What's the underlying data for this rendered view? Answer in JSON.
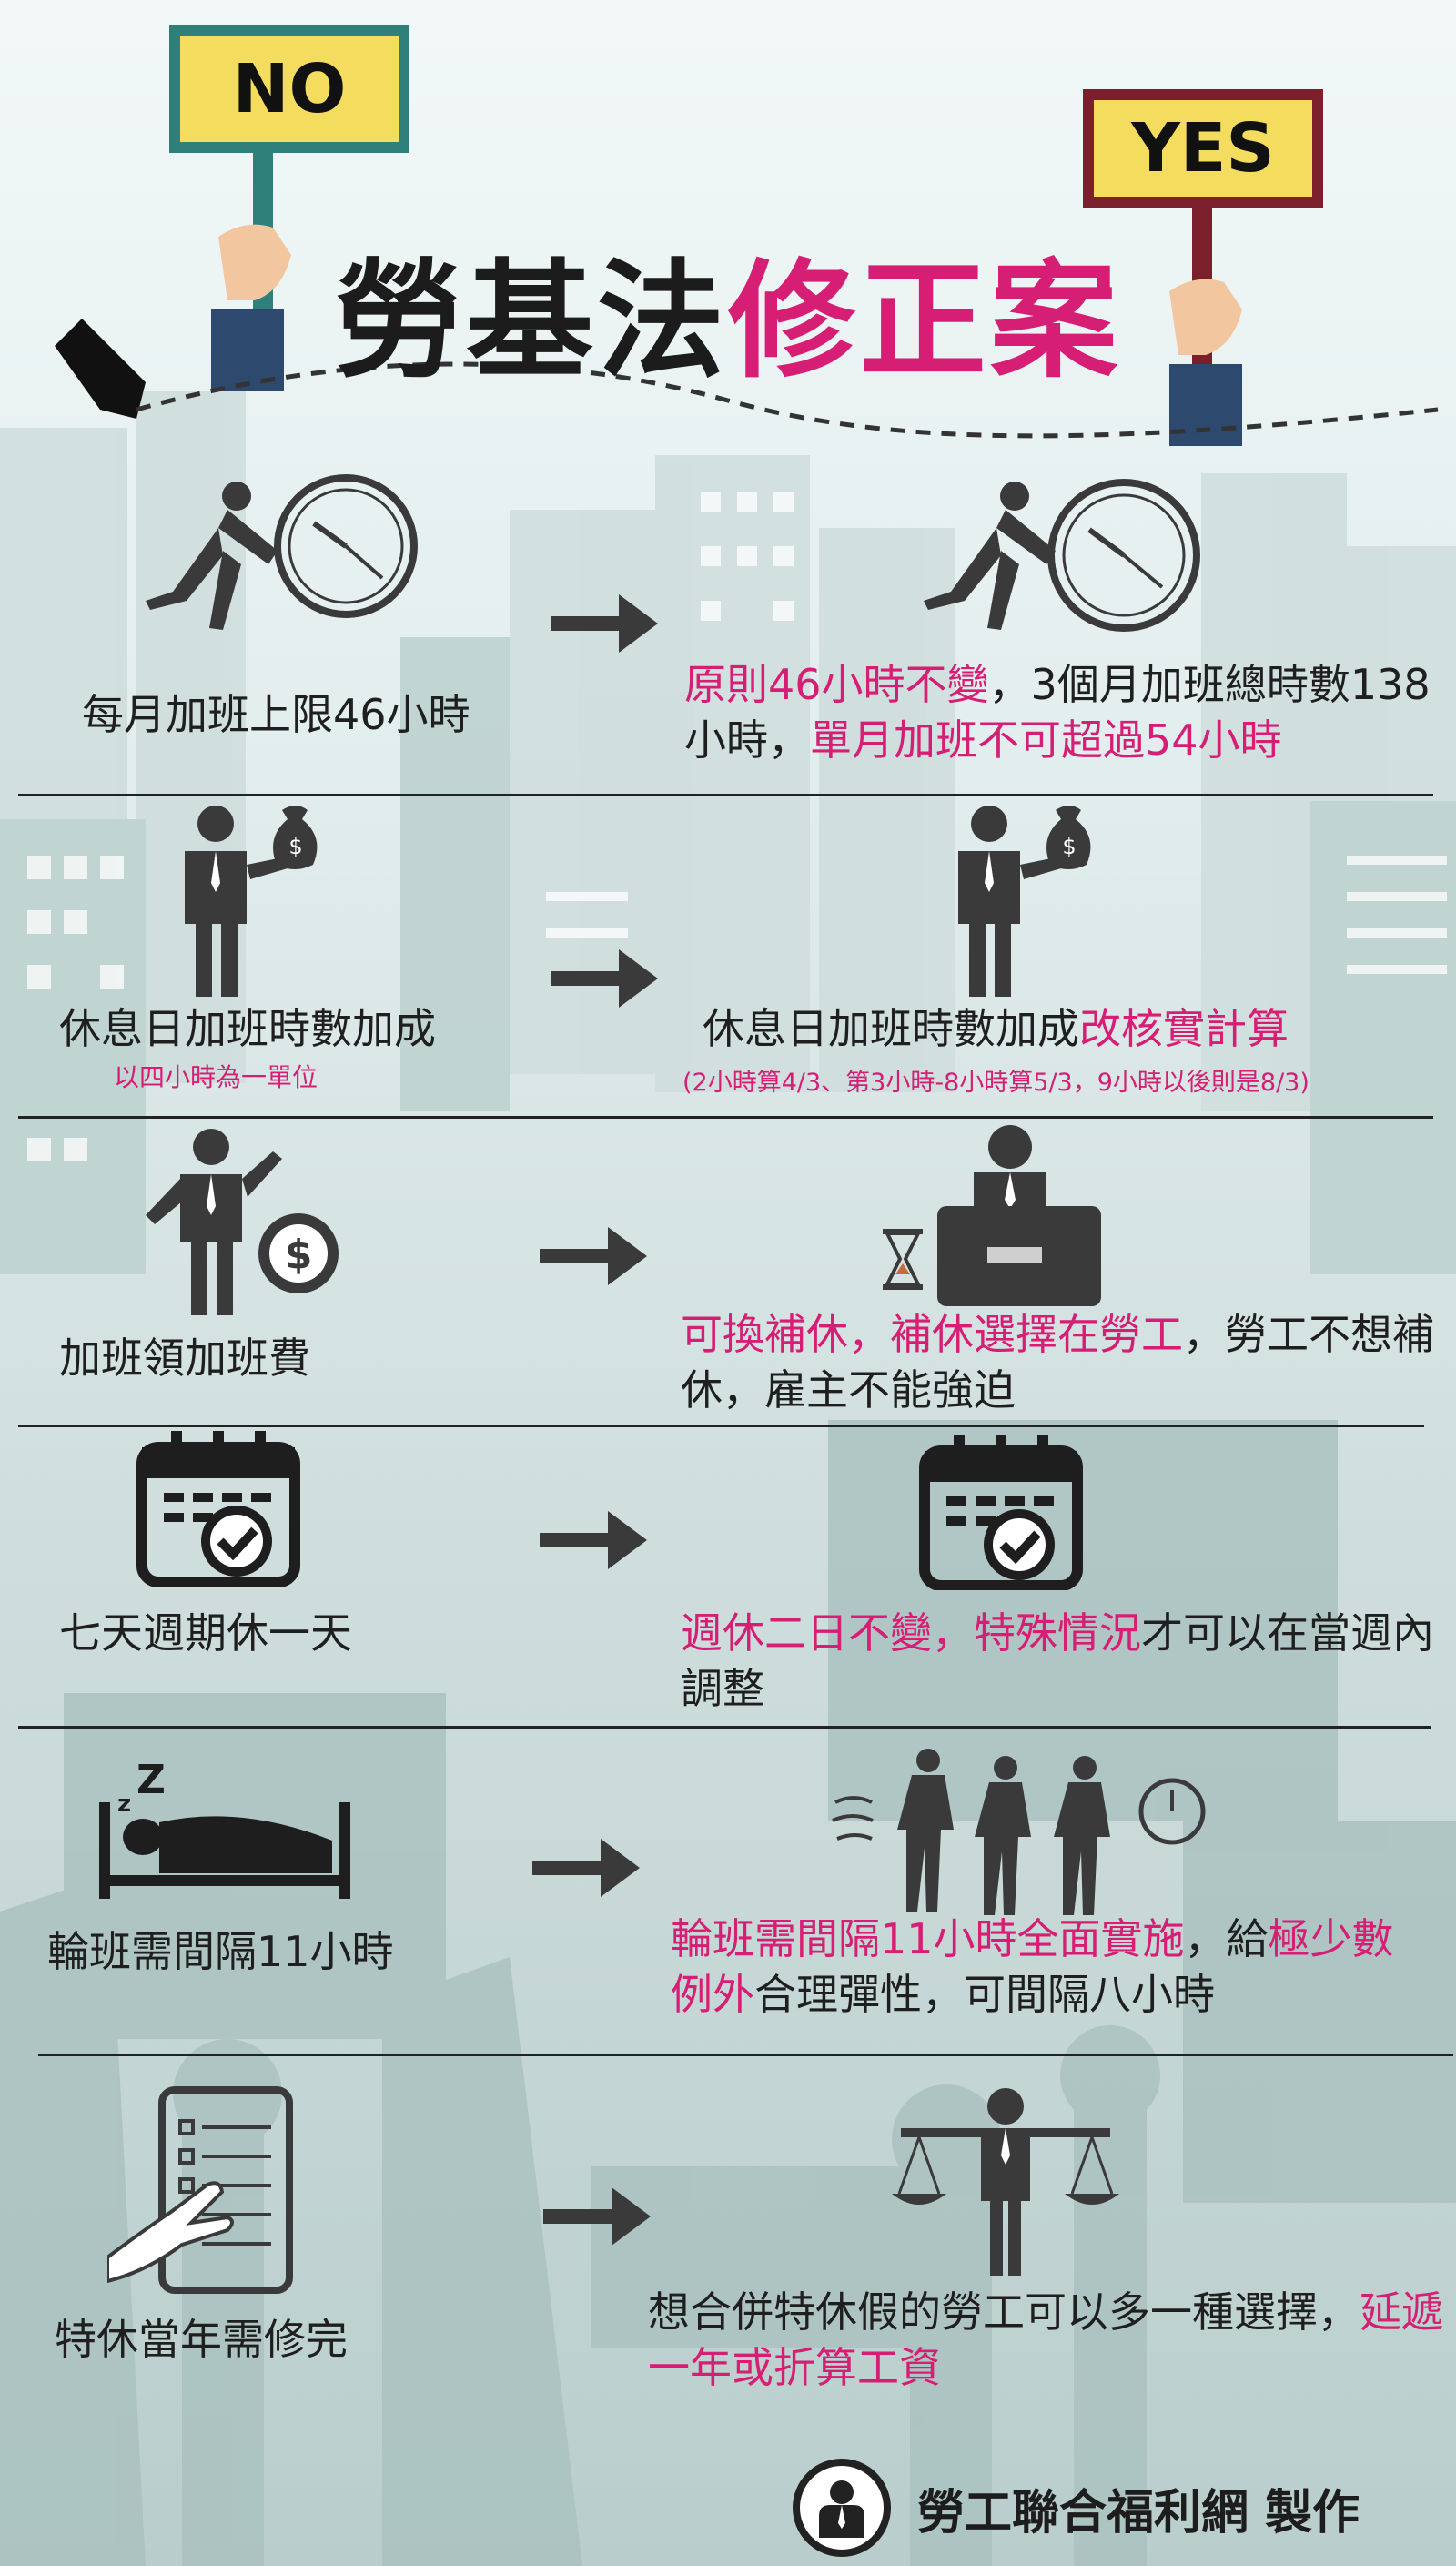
{
  "header": {
    "sign_left": "NO",
    "sign_right": "YES",
    "title_part1": "勞基法",
    "title_part2": "修正案"
  },
  "rows": [
    {
      "left": "每月加班上限46小時",
      "left_icon": "man-pushing-clock-icon",
      "right_icon": "man-pushing-clock-icon",
      "right": [
        {
          "text": "原則46小時不變",
          "pink": true
        },
        {
          "text": "，3個月加班總時數138小時，",
          "pink": false
        },
        {
          "text": "單月加班不可超過54小時",
          "pink": true
        }
      ]
    },
    {
      "left": "休息日加班時數加成",
      "left_note": "以四小時為一單位",
      "left_icon": "businessman-money-bag-icon",
      "right_icon": "businessman-money-bag-icon",
      "right": [
        {
          "text": "休息日加班時數加成",
          "pink": false
        },
        {
          "text": "改核實計算",
          "pink": true
        }
      ],
      "right_note": "(2小時算4/3、第3小時-8小時算5/3，9小時以後則是8/3)"
    },
    {
      "left": "加班領加班費",
      "left_icon": "businessman-coin-icon",
      "right_icon": "worker-at-desk-hourglass-icon",
      "right": [
        {
          "text": "可換補休，補休選擇在勞工",
          "pink": true
        },
        {
          "text": "，勞工不想補休，雇主不能強迫",
          "pink": false
        }
      ]
    },
    {
      "left": "七天週期休一天",
      "left_icon": "calendar-check-icon",
      "right_icon": "calendar-check-icon",
      "right": [
        {
          "text": "週休二日不變，特殊情況",
          "pink": true
        },
        {
          "text": "才可以在當週內調整",
          "pink": false
        }
      ]
    },
    {
      "left": "輪班需間隔11小時",
      "left_icon": "sleeping-bed-icon",
      "right_icon": "rushing-workers-clock-icon",
      "right": [
        {
          "text": "輪班需間隔11小時全面實施",
          "pink": true
        },
        {
          "text": "，給",
          "pink": false
        },
        {
          "text": "極少數例外",
          "pink": true
        },
        {
          "text": "合理彈性，可間隔八小時",
          "pink": false
        }
      ]
    },
    {
      "left": "特休當年需修完",
      "left_icon": "hand-checklist-tablet-icon",
      "right_icon": "man-balance-scale-icon",
      "right": [
        {
          "text": "想合併特休假的勞工可以多一種選擇，",
          "pink": false
        },
        {
          "text": "延遞一年或折算工資",
          "pink": true
        }
      ]
    }
  ],
  "footer": {
    "text": "勞工聯合福利網 製作",
    "logo_icon": "worker-logo-icon"
  },
  "colors": {
    "accent_pink": "#d51e74",
    "sign_yellow": "#f3dc5e",
    "sign_green": "#2f7f7a",
    "sign_maroon": "#7a1f2b",
    "icon_gray": "#3a3a3a"
  }
}
